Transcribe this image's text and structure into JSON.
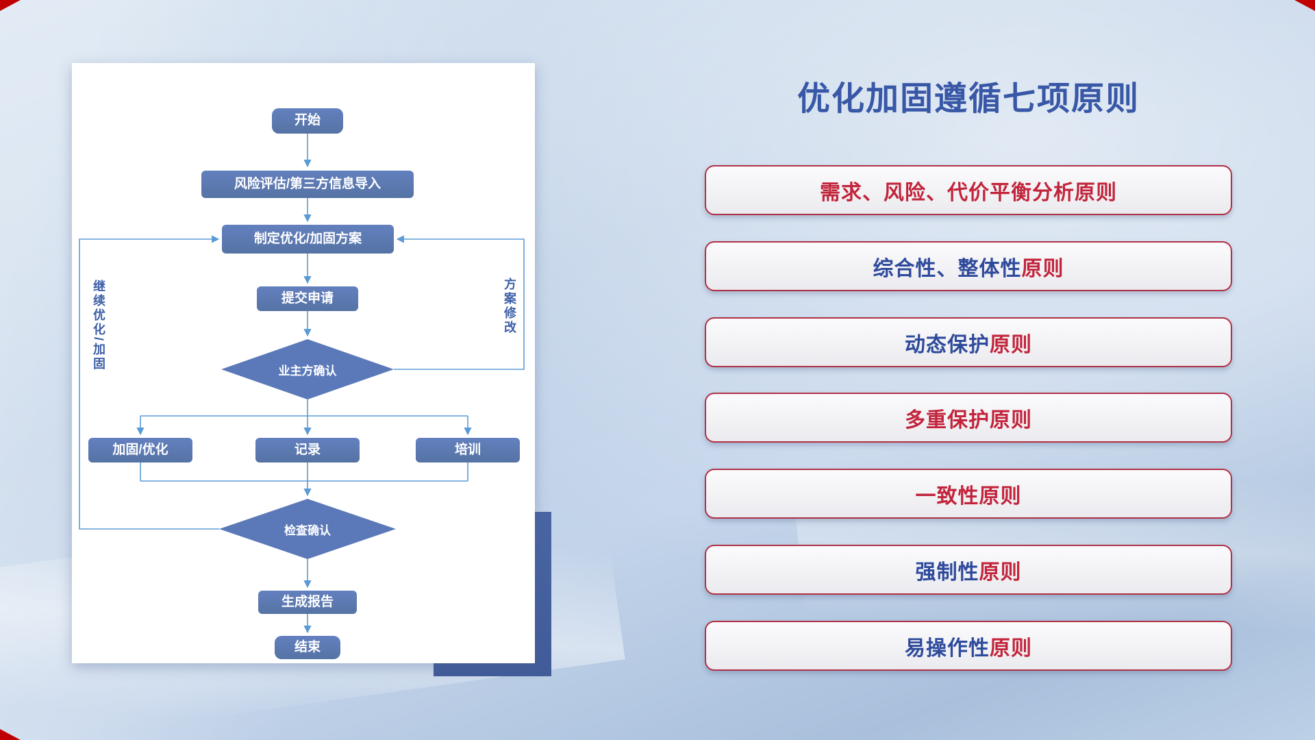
{
  "flowchart": {
    "nodes": {
      "start": "开始",
      "risk": "风险评估/第三方信息导入",
      "plan": "制定优化/加固方案",
      "submit": "提交申请",
      "owner_confirm": "业主方确认",
      "harden": "加固/优化",
      "record": "记录",
      "training": "培训",
      "check_confirm": "检查确认",
      "report": "生成报告",
      "end": "结束"
    },
    "side_labels": {
      "left": "继续优化/加固",
      "right": "方案修改"
    }
  },
  "principles": {
    "title": "优化加固遵循七项原则",
    "items": [
      {
        "blue": "",
        "red": "需求、风险、代价平衡分析原则"
      },
      {
        "blue": "综合性、整体性",
        "red": "原则"
      },
      {
        "blue": "动态保护",
        "red": "原则"
      },
      {
        "blue": "",
        "red": "多重保护原则"
      },
      {
        "blue": "",
        "red": "一致性原则"
      },
      {
        "blue": "强制性",
        "red": "原则"
      },
      {
        "blue": "易操作性",
        "red": "原则"
      }
    ]
  },
  "colors": {
    "title_blue": "#3857A6",
    "text_blue": "#2E4A9B",
    "text_red": "#C2243B",
    "node_blue": "#5B79B9",
    "connector_blue": "#5B9BD5",
    "box_border_red": "#B03044",
    "accent_navy": "#47639F",
    "corner_red": "#C00000"
  }
}
